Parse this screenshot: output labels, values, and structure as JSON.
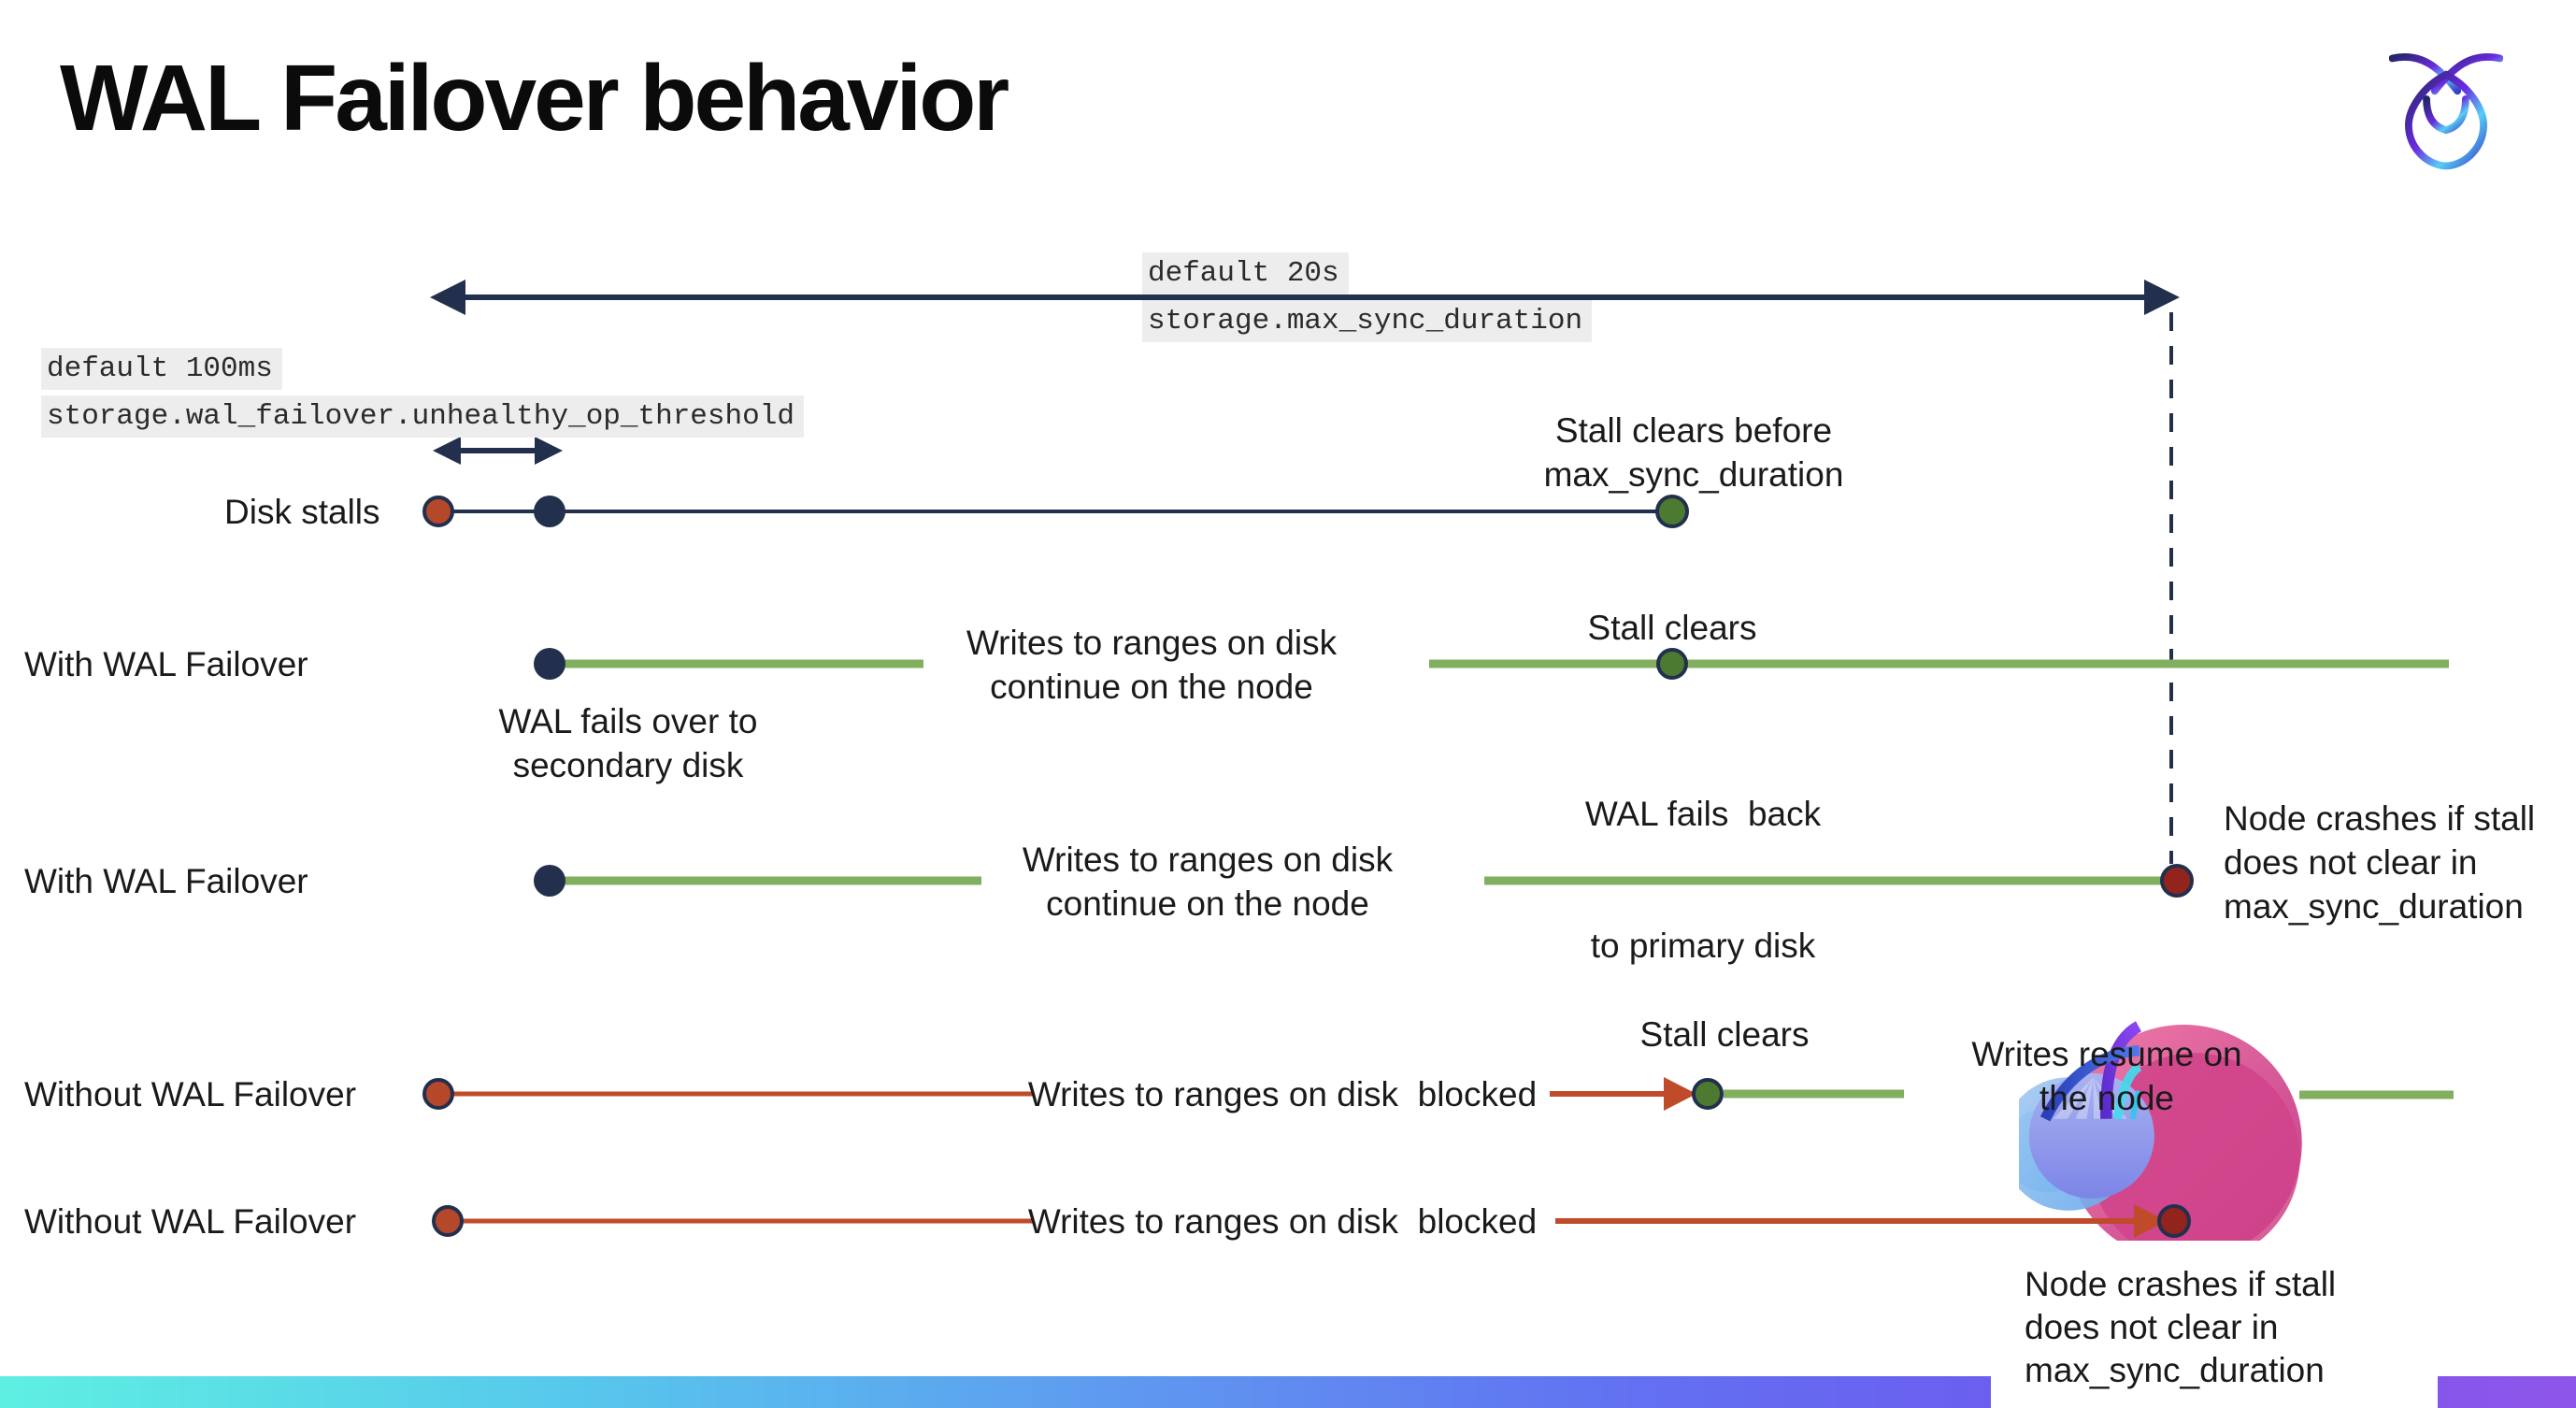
{
  "title": "WAL Failover behavior",
  "logo": {
    "name": "cockroachdb-logo"
  },
  "settings": {
    "unhealthy_op_threshold": {
      "line1": "default 100ms",
      "line2": "storage.wal_failover.unhealthy_op_threshold"
    },
    "max_sync_duration": {
      "line1": "default 20s",
      "line2": "storage.max_sync_duration"
    }
  },
  "rows": [
    {
      "label": "Disk stalls"
    },
    {
      "label": "With WAL Failover"
    },
    {
      "label": "With WAL Failover"
    },
    {
      "label": "Without WAL Failover"
    },
    {
      "label": "Without WAL Failover"
    }
  ],
  "annotations": {
    "stall_clears_before": {
      "l1": "Stall clears before",
      "l2": "max_sync_duration"
    },
    "stall_clears": "Stall clears",
    "writes_continue": {
      "l1": "Writes to ranges on disk",
      "l2": "continue on the node"
    },
    "wal_fails_over": {
      "l1": "WAL fails over to",
      "l2": "secondary disk"
    },
    "wal_fails_back": {
      "l1": "WAL fails  back",
      "l2": "to primary disk"
    },
    "node_crashes": {
      "l1": "Node crashes if stall",
      "l2": "does not clear in",
      "l3": "max_sync_duration"
    },
    "writes_blocked": "Writes to ranges on disk  blocked",
    "writes_resume": {
      "l1": "Writes resume on",
      "l2": "the node"
    }
  },
  "colors": {
    "navy": "#22304E",
    "timeline_green": "#82AF5F",
    "green_dot": "#4C7A31",
    "stall_red_dot": "#B5472B",
    "blocked_red_line": "#C04B2B",
    "crash_red_dot": "#92231D",
    "code_highlight_bg": "#EDEDED",
    "footer_gradient": [
      "#5EEFE2",
      "#57C8EC",
      "#5F96F0",
      "#6173F1",
      "#6D5BEF",
      "#8F55EA"
    ]
  }
}
